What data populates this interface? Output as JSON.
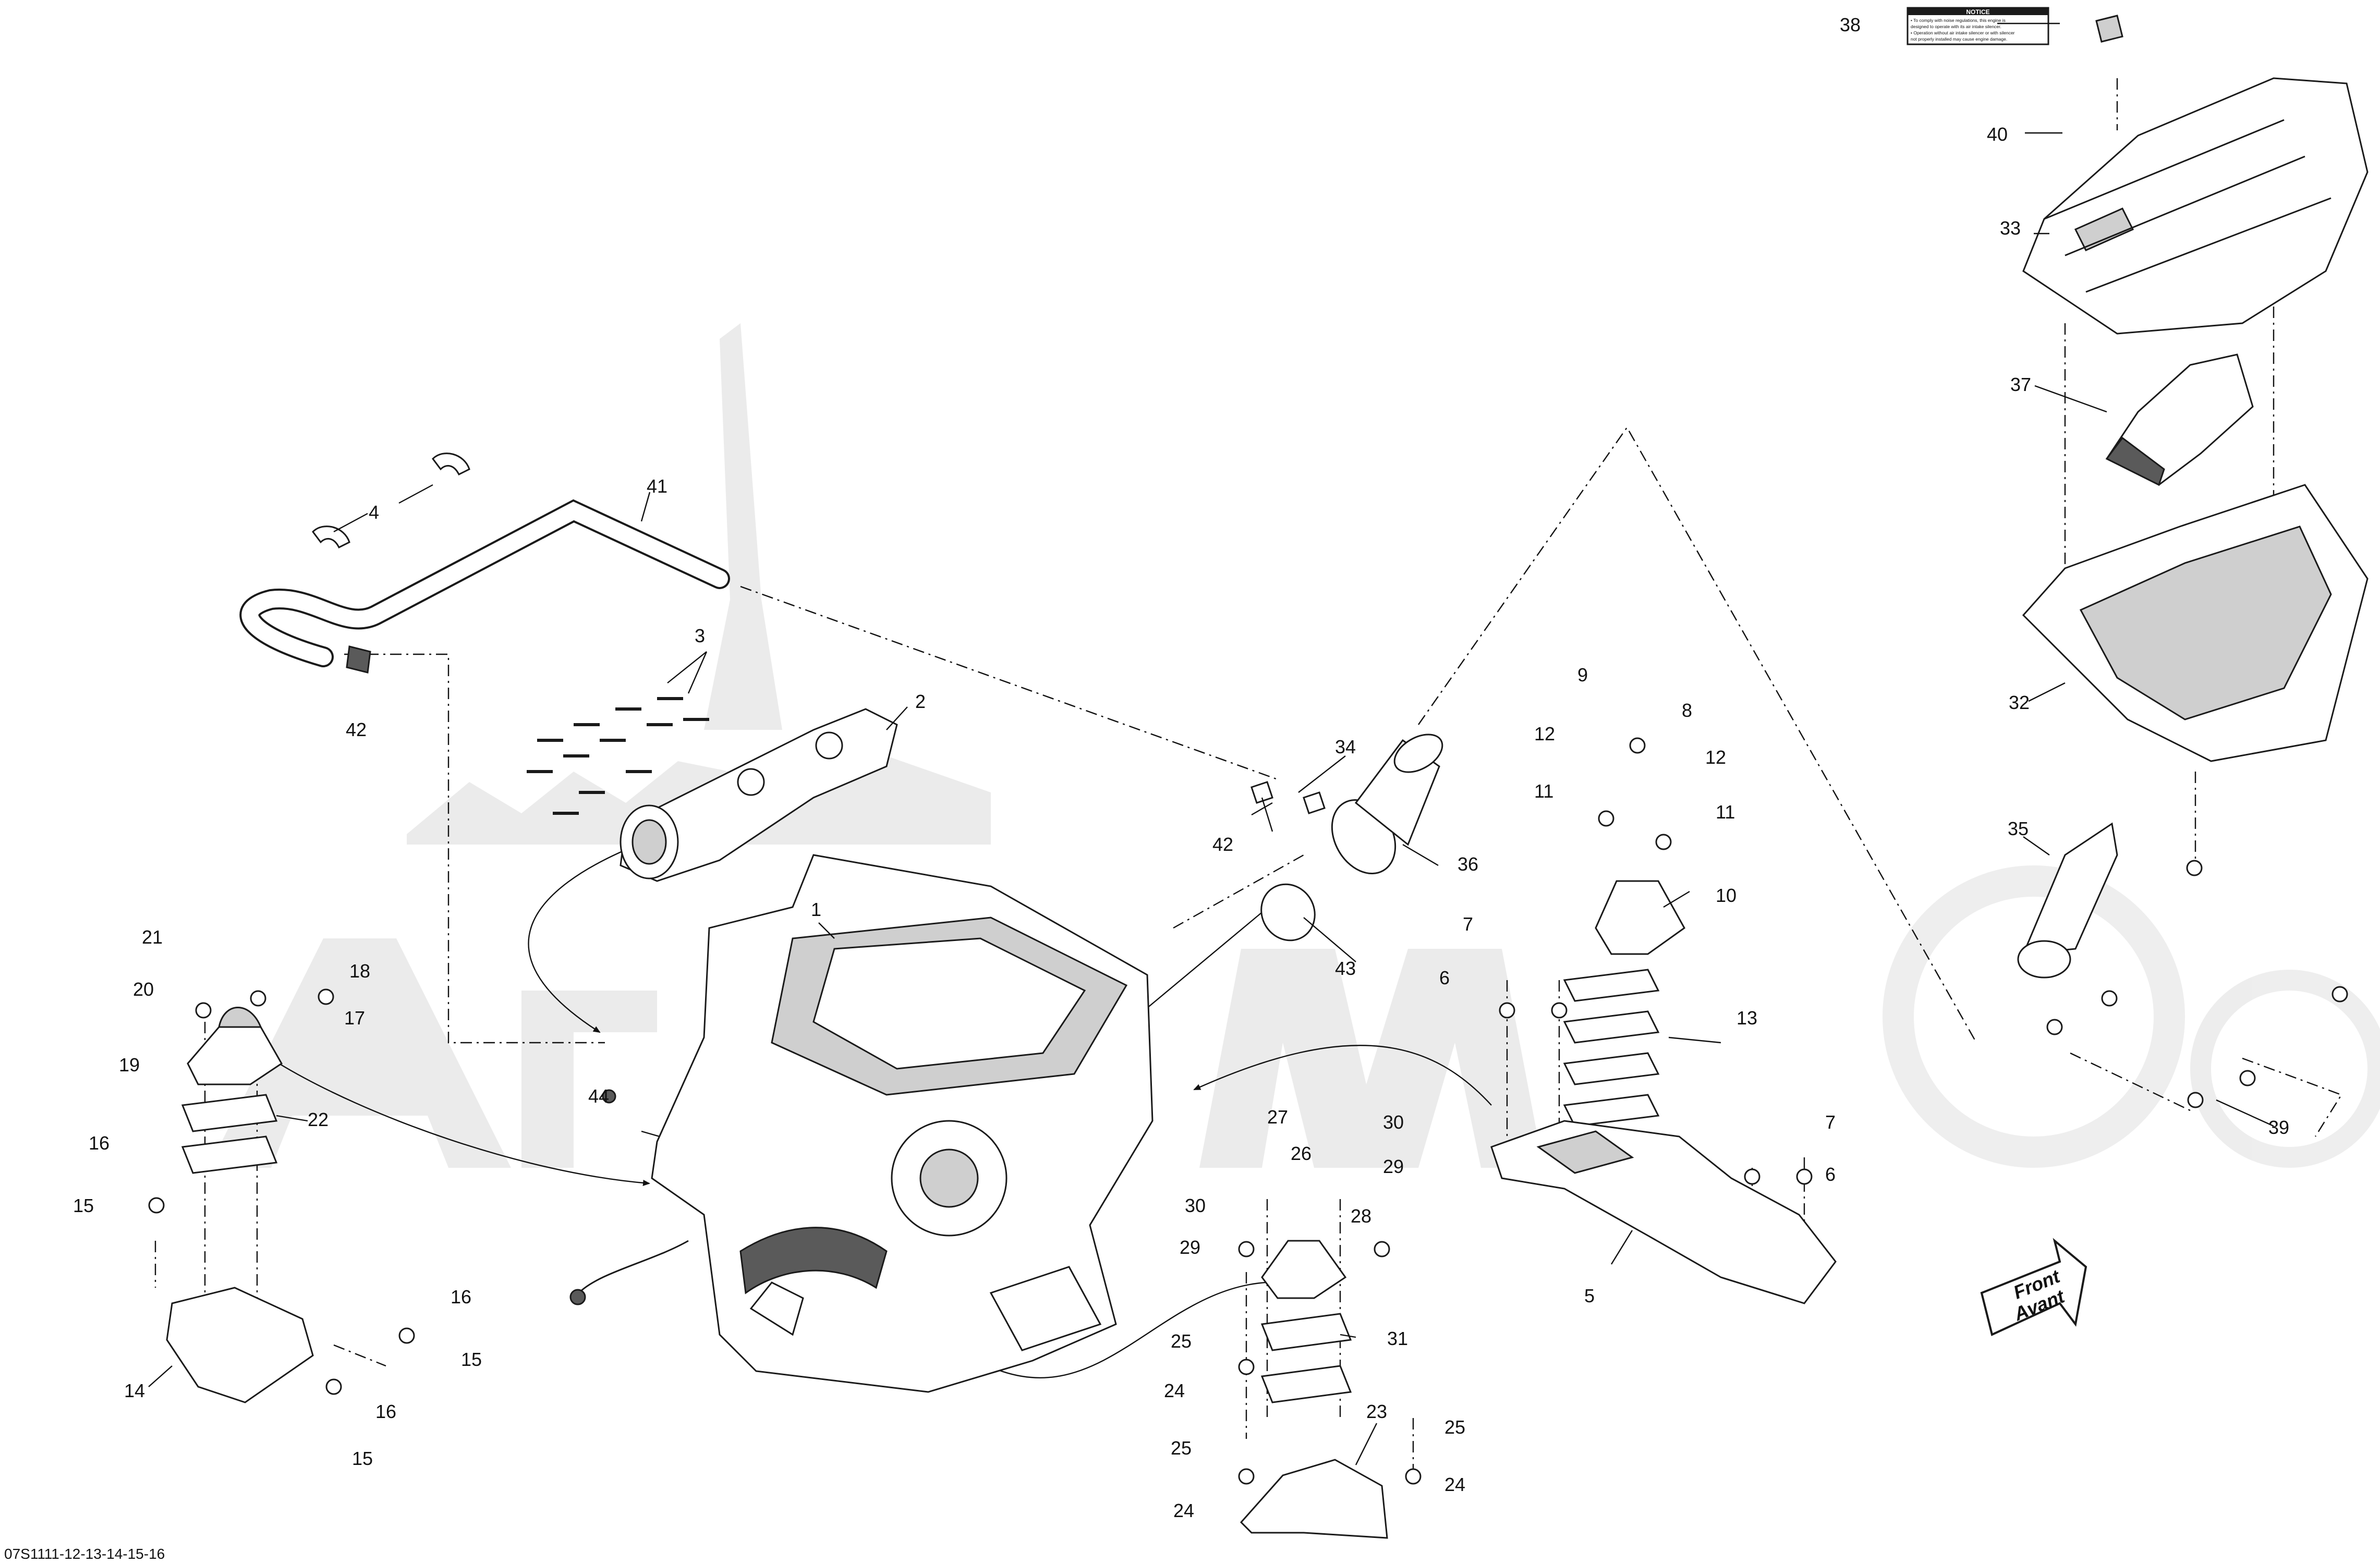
{
  "diagram_code": "07S1111-12-13-14-15-16",
  "notice": {
    "title": "NOTICE",
    "lines": [
      "• To comply with noise regulations, this engine is",
      "  designed to operate with its air intake silencer.",
      "• Operation without air intake silencer or with silencer",
      "  not properly installed may cause engine damage."
    ]
  },
  "front_arrow": {
    "line1": "Front",
    "line2": "Avant"
  },
  "callouts": {
    "c1": "1",
    "c2": "2",
    "c3": "3",
    "c4": "4",
    "c5": "5",
    "c6a": "6",
    "c6b": "6",
    "c7a": "7",
    "c7b": "7",
    "c8": "8",
    "c9": "9",
    "c10": "10",
    "c11a": "11",
    "c11b": "11",
    "c12a": "12",
    "c12b": "12",
    "c13": "13",
    "c14": "14",
    "c15a": "15",
    "c15b": "15",
    "c15c": "15",
    "c16a": "16",
    "c16b": "16",
    "c16c": "16",
    "c17": "17",
    "c18": "18",
    "c19": "19",
    "c20": "20",
    "c21": "21",
    "c22": "22",
    "c23": "23",
    "c24a": "24",
    "c24b": "24",
    "c24c": "24",
    "c25a": "25",
    "c25b": "25",
    "c25c": "25",
    "c26": "26",
    "c27": "27",
    "c28": "28",
    "c29a": "29",
    "c29b": "29",
    "c30a": "30",
    "c30b": "30",
    "c31": "31",
    "c32": "32",
    "c33": "33",
    "c34": "34",
    "c35": "35",
    "c36": "36",
    "c37": "37",
    "c38": "38",
    "c39": "39",
    "c40": "40",
    "c41": "41",
    "c42a": "42",
    "c42b": "42",
    "c43": "43",
    "c44": "44"
  }
}
